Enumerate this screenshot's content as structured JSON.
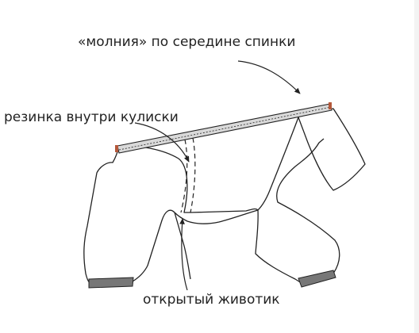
{
  "labels": {
    "zipper": "«молния» по середине спинки",
    "elastic": "резинка внутри кулиски",
    "belly": "открытый животик"
  },
  "colors": {
    "outline": "#222222",
    "zipper_fill": "#d9d9d9",
    "cuff_fill": "#777777",
    "zipper_end": "#b4583a",
    "background": "#ffffff"
  },
  "icons": {
    "arrow": "curved-arrow-icon"
  }
}
